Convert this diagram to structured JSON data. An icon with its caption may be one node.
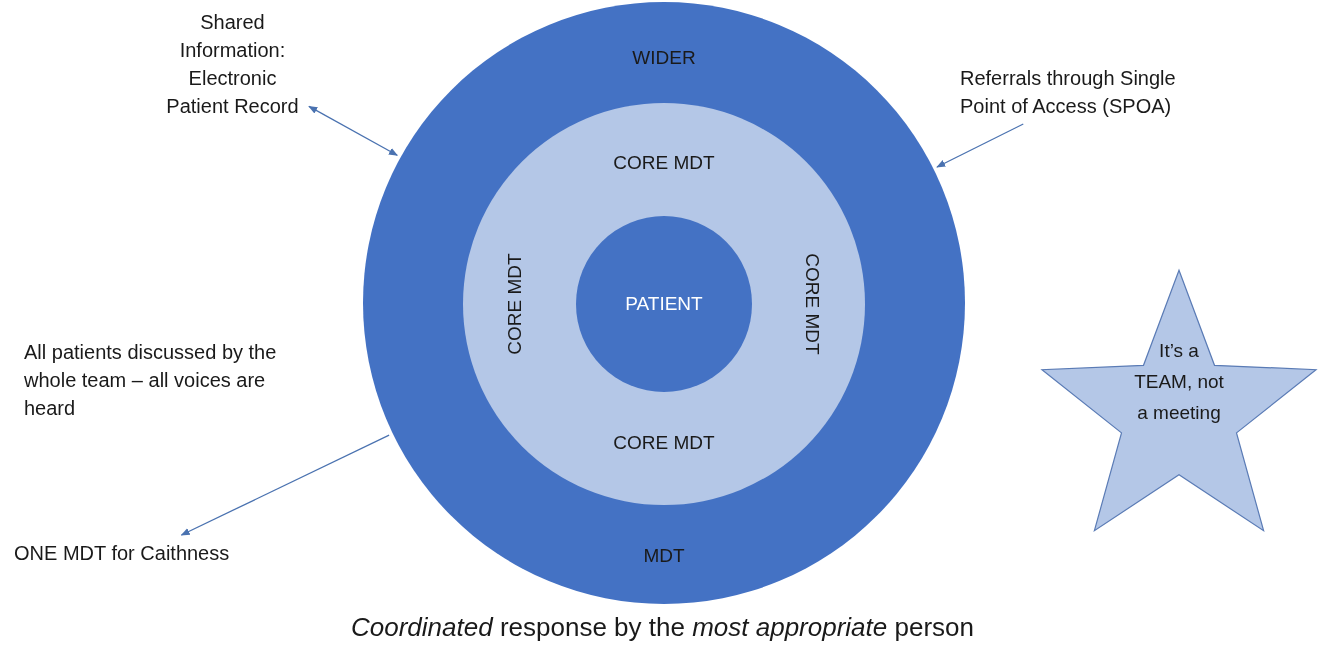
{
  "diagram": {
    "caption": "*Coordinated* response by the *most appropriate* person",
    "nodes": [
      {
        "text": [
          "Shared Information: Electronic Patient Record"
        ]
      },
      {
        "text": [
          "WIDER",
          "MDT"
        ]
      },
      {
        "text": [
          "CORE MDT",
          "CORE MDT",
          "CORE MDT",
          "CORE MDT"
        ],
        "in": 1
      },
      {
        "text": [
          "PATIENT"
        ],
        "in": 2
      },
      {
        "text": [
          "Referrals through Single Point of Access (SPOA)"
        ]
      },
      {
        "text": [
          "ONE MDT for Caithness"
        ]
      },
      {
        "text": [
          "It’s a TEAM, not a meeting"
        ]
      }
    ],
    "edges": [
      {
        "from": 0,
        "to": 1,
        "arrow": "both"
      },
      {
        "from": 4,
        "to": 1,
        "arrow": "to"
      },
      {
        "from": 1,
        "to": 5,
        "arrow": "to"
      }
    ],
    "labels": [
      "All patients discussed by the whole team – all voices are heard"
    ]
  }
}
